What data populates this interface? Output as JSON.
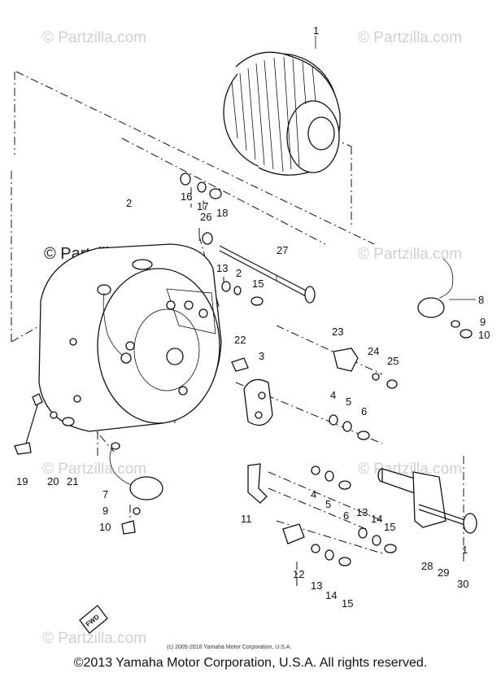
{
  "watermarks": [
    "© Partzilla.com",
    "© Partzilla.com",
    "© Partzilla.com",
    "© Partzilla.com",
    "© Partzilla.com",
    "© Partzilla.com"
  ],
  "watermark_dark": "© Partzilla.com",
  "small_credit": "(c) 2005-2016 Yamaha Motor Corporation, U.S.A.",
  "footer_copyright": "©2013 Yamaha Motor Corporation, U.S.A. All rights reserved.",
  "fwd_badge": "FWD",
  "callouts": {
    "c1": "1",
    "c2": "2",
    "c16": "16",
    "c17": "17",
    "c18": "18",
    "c26": "26",
    "c27": "27",
    "c13a": "13",
    "c2b": "2",
    "c15a": "15",
    "c8": "8",
    "c9a": "9",
    "c10a": "10",
    "c23": "23",
    "c24": "24",
    "c25": "25",
    "c22": "22",
    "c3": "3",
    "c4a": "4",
    "c5a": "5",
    "c6a": "6",
    "c19": "19",
    "c20": "20",
    "c21": "21",
    "c7": "7",
    "c9b": "9",
    "c10b": "10",
    "c11": "11",
    "c4b": "4",
    "c5b": "5",
    "c6b": "6",
    "c13b": "13",
    "c14a": "14",
    "c15b": "15",
    "c12": "12",
    "c13c": "13",
    "c14b": "14",
    "c15c": "15",
    "c28": "28",
    "c29": "29",
    "c30": "30",
    "c1b": "1"
  }
}
